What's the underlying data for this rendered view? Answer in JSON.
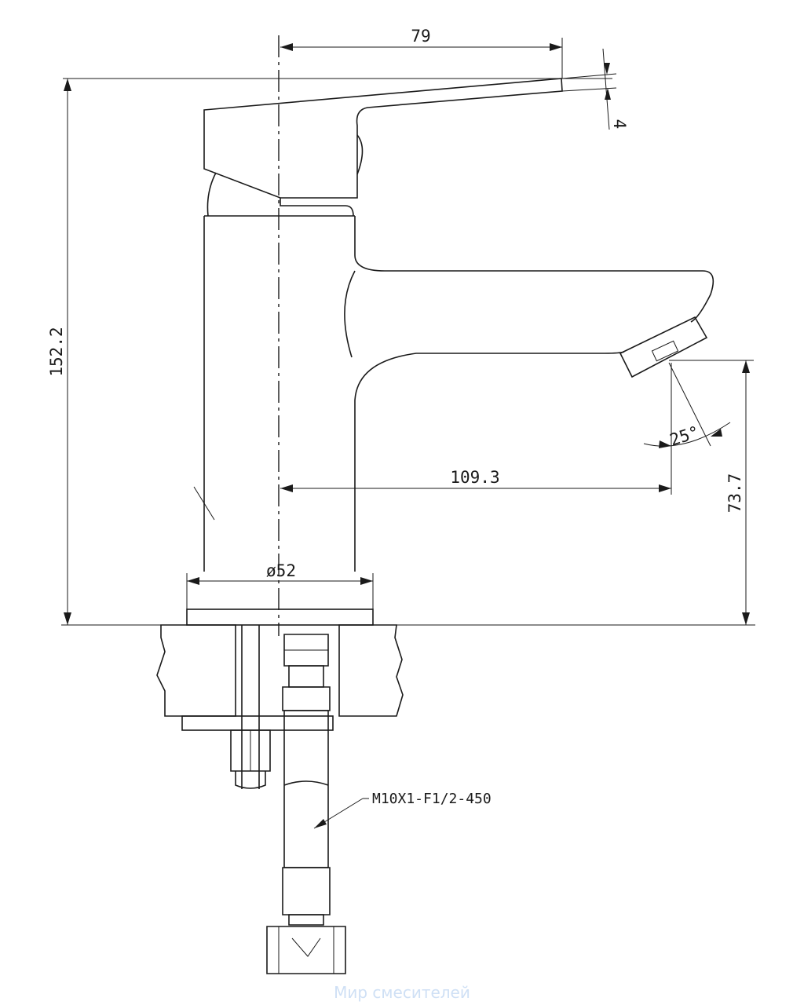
{
  "drawing": {
    "dimensions": {
      "lever_reach": "79",
      "lever_tilt": "4",
      "total_height": "152.2",
      "spout_reach": "109.3",
      "spout_height": "73.7",
      "base_diameter": "ø52",
      "aerator_angle": "25°"
    },
    "hose_callout": "M10X1-F1/2-450"
  },
  "watermark": "Мир смесителей"
}
